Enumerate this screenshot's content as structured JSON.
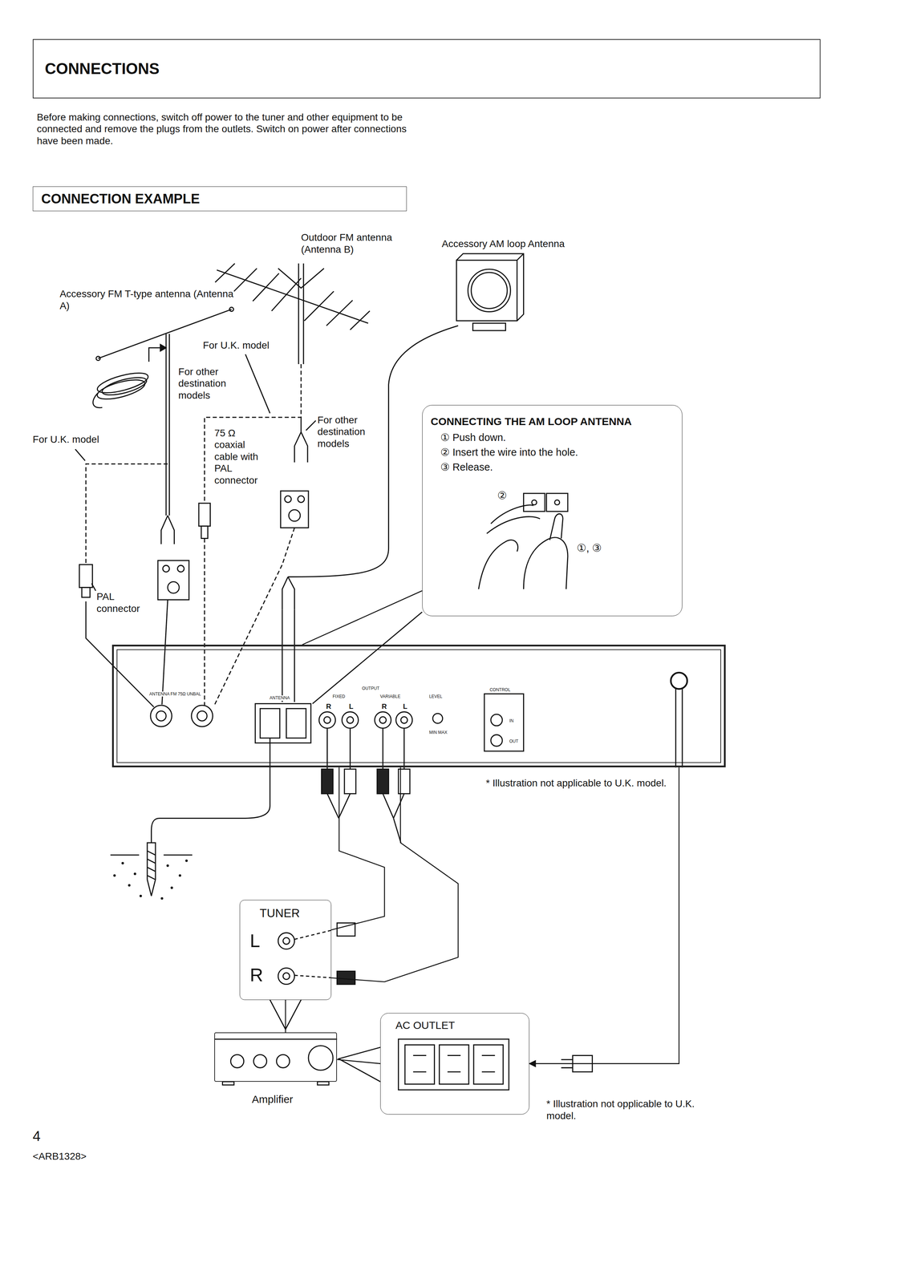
{
  "diagram": {
    "nodes": [
      {
        "text": [
          "CONNECTIONS"
        ]
      },
      {
        "text": [
          "CONNECTION EXAMPLE"
        ]
      },
      {
        "text": [
          "CONNECTING THE AM LOOP ANTENNA",
          "① Push down.",
          "② Insert the wire into the hole.",
          "③ Release."
        ]
      },
      {
        "text": [
          "ANTENNA FM 75Ω UNBAL",
          "ANTENNA",
          "OUTPUT",
          "FIXED",
          "VARIABLE",
          "LEVEL",
          "R",
          "L",
          "R",
          "L",
          "MIN MAX",
          "CONTROL",
          "IN",
          "OUT"
        ]
      },
      {
        "text": [
          "TUNER",
          "L",
          "R"
        ]
      },
      {
        "text": [
          "Amplifier"
        ]
      },
      {
        "text": [
          "AC OUTLET"
        ]
      }
    ],
    "edges": [
      {
        "from": 3,
        "to": 4,
        "arrow": "none"
      },
      {
        "from": 3,
        "to": 4,
        "arrow": "none"
      },
      {
        "from": 3,
        "to": 6,
        "arrow": "to"
      },
      {
        "from": 4,
        "to": 5,
        "arrow": "none"
      },
      {
        "from": 6,
        "to": 5,
        "arrow": "none"
      },
      {
        "from": 2,
        "to": 3,
        "arrow": "none"
      }
    ],
    "labels": [
      "Before making connections, switch off power to the tuner and other equipment to be connected and remove the plugs from the outlets. Switch on power after connections have been made.",
      "Outdoor FM antenna (Antenna B)",
      "Accessory AM loop Antenna",
      "Accessory FM T-type antenna (Antenna A)",
      "For U.K. model",
      "For other destination models",
      "For U.K. model",
      "75 Ω coaxial cable with PAL connector",
      "For other destination models",
      "②",
      "①, ③",
      "PAL connector",
      "* Illustration not applicable to U.K. model.",
      "* Illustration not opplicable to U.K. model.",
      "4",
      "<ARB1328>"
    ]
  }
}
